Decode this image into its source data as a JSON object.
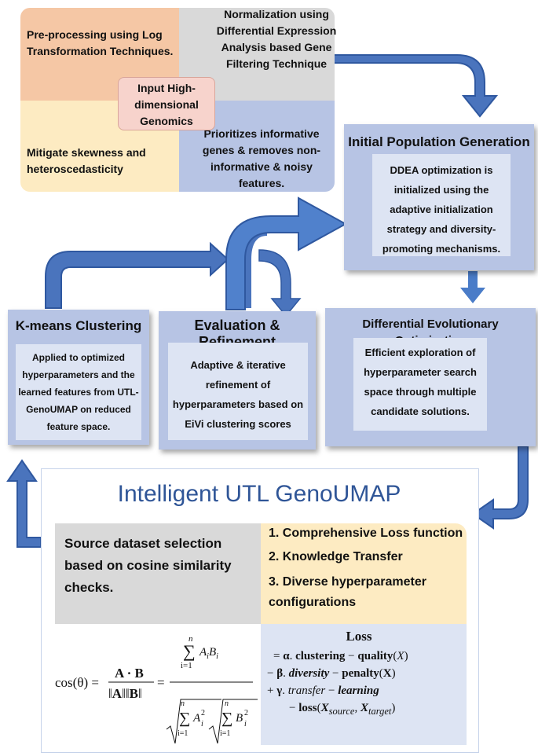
{
  "top_panel": {
    "preprocessing": "Pre-processing using Log Transformation Techniques.",
    "skewness": "Mitigate skewness and heteroscedasticity",
    "normalization": "Normalization using Differential Expression Analysis based Gene Filtering Technique",
    "prioritizes": "Prioritizes informative genes & removes non-informative & noisy features.",
    "input": "Input High-dimensional Genomics"
  },
  "initial_population": {
    "title": "Initial Population Generation",
    "body": "DDEA optimization is initialized using the adaptive initialization strategy and diversity-promoting mechanisms."
  },
  "kmeans": {
    "title": "K-means Clustering",
    "body": "Applied to optimized hyperparameters and the learned features from UTL-GenoUMAP on reduced feature space."
  },
  "evaluation": {
    "title": "Evaluation & Refinement",
    "body": "Adaptive & iterative refinement of hyperparameters based on EiVi clustering scores"
  },
  "differential": {
    "title": "Differential Evolutionary Optimization",
    "body": "Efficient exploration of hyperparameter search space through multiple candidate solutions."
  },
  "utl": {
    "title": "Intelligent UTL GenoUMAP",
    "source_selection": "Source dataset selection based on cosine similarity checks.",
    "features": [
      "1. Comprehensive Loss function",
      "2. Knowledge Transfer",
      "3. Diverse hyperparameter configurations"
    ],
    "loss_title": "Loss"
  },
  "colors": {
    "arrow_blue": "#3f6db3",
    "panel_blue": "#b7c4e4",
    "panel_inner": "#dde4f3",
    "orange": "#f5c7a5",
    "yellow": "#fdebc2",
    "gray": "#d9d9d9",
    "pink": "#f7d3cc",
    "title_blue": "#2f5597"
  }
}
